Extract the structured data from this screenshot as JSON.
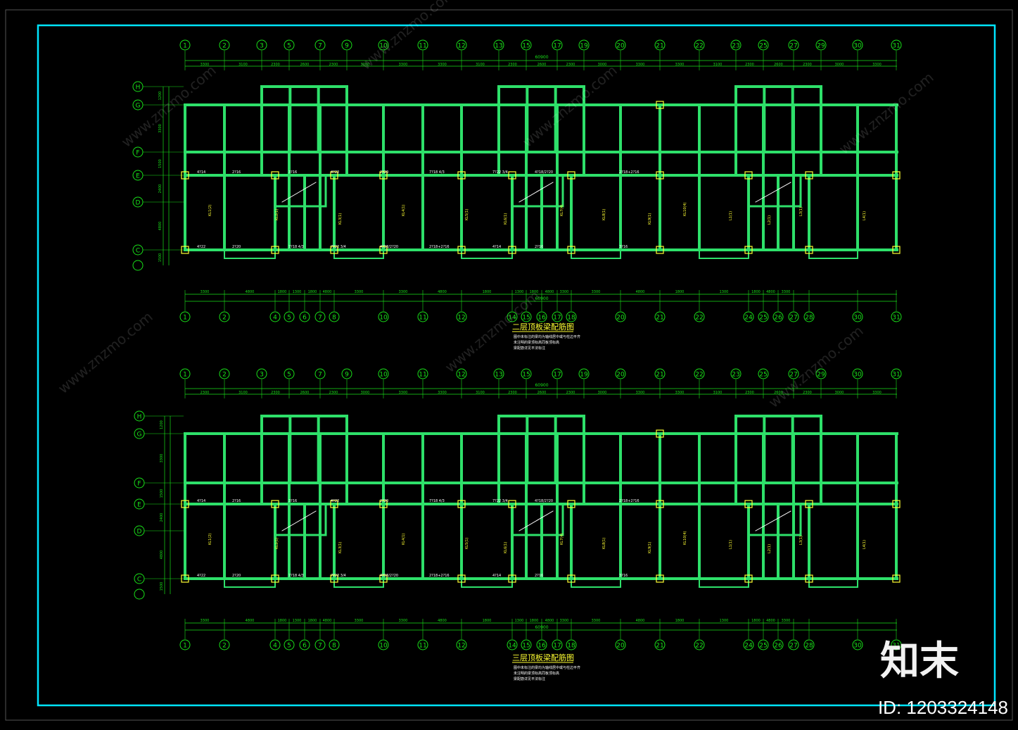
{
  "colors": {
    "background": "#000000",
    "frame": "#00e5ff",
    "grid_axis": "#19e019",
    "beam": "#2ee06a",
    "annotation": "#ffff33",
    "note_text": "#ffffff",
    "column": "#ffff33"
  },
  "plans": [
    {
      "title": "二层顶板梁配筋图",
      "total_dimension": "60900",
      "top_axes": [
        "1",
        "2",
        "3",
        "5",
        "7",
        "9",
        "10",
        "11",
        "12",
        "13",
        "15",
        "17",
        "19",
        "20",
        "21",
        "22",
        "23",
        "25",
        "27",
        "29",
        "30",
        "31"
      ],
      "bottom_axes": [
        "1",
        "2",
        "4",
        "5",
        "6",
        "7",
        "8",
        "10",
        "11",
        "12",
        "14",
        "15",
        "16",
        "17",
        "18",
        "20",
        "21",
        "22",
        "24",
        "25",
        "26",
        "27",
        "28",
        "30",
        "31"
      ],
      "left_axes": [
        "H",
        "G",
        "F",
        "E",
        "D",
        "C"
      ],
      "top_spans": [
        "3300",
        "3100",
        "2300",
        "2600",
        "2300",
        "3000",
        "3300",
        "3300",
        "3100",
        "2300",
        "2600",
        "2300",
        "3000",
        "3300",
        "3300",
        "3100",
        "2300",
        "2600",
        "2300",
        "3000",
        "3300"
      ],
      "bottom_spans": [
        "3300",
        "4800",
        "1800",
        "1300",
        "1800",
        "4800",
        "3300",
        "3300",
        "4800",
        "1800",
        "1300",
        "1800",
        "4800",
        "3300",
        "3300",
        "4800",
        "1800",
        "1300",
        "1800",
        "4800",
        "3300"
      ],
      "left_spans": [
        "1200",
        "3300",
        "1500",
        "2400",
        "4800",
        "1500"
      ],
      "notes": [
        "图中未标注的梁均为轴线居中或与柱边平齐",
        "未注明的梁顶标高同板顶标高",
        "梁配筋详见平法标注"
      ]
    },
    {
      "title": "三层顶板梁配筋图",
      "total_dimension": "60900",
      "top_axes": [
        "1",
        "2",
        "3",
        "5",
        "7",
        "9",
        "10",
        "11",
        "12",
        "13",
        "15",
        "17",
        "19",
        "20",
        "21",
        "22",
        "23",
        "25",
        "27",
        "29",
        "30",
        "31"
      ],
      "bottom_axes": [
        "1",
        "2",
        "4",
        "5",
        "6",
        "7",
        "8",
        "10",
        "11",
        "12",
        "14",
        "15",
        "16",
        "17",
        "18",
        "20",
        "21",
        "22",
        "24",
        "25",
        "26",
        "27",
        "28",
        "30",
        "31"
      ],
      "left_axes": [
        "H",
        "G",
        "F",
        "E",
        "D",
        "C"
      ],
      "top_spans": [
        "2300",
        "3100",
        "2300",
        "2600",
        "2300",
        "3000",
        "3300",
        "3300",
        "3100",
        "2300",
        "2600",
        "2300",
        "3000",
        "3300",
        "3300",
        "3100",
        "2300",
        "2600",
        "2300",
        "3000",
        "3300"
      ],
      "bottom_spans": [
        "3300",
        "4800",
        "1800",
        "1300",
        "1800",
        "4800",
        "3300",
        "3300",
        "4800",
        "1800",
        "1300",
        "1800",
        "4800",
        "3300",
        "3300",
        "4800",
        "1800",
        "1300",
        "1800",
        "4800",
        "3300"
      ],
      "left_spans": [
        "1200",
        "3300",
        "1500",
        "2400",
        "4800",
        "1500"
      ],
      "notes": [
        "图中未标注的梁均为轴线居中或与柱边平齐",
        "未注明的梁顶标高同板顶标高",
        "梁配筋详见平法标注"
      ]
    }
  ],
  "beam_labels": [
    "KL1(2)",
    "KL2(1)",
    "KL3(1)",
    "KL4(1)",
    "KL5(1)",
    "KL6(1)",
    "KL7(4)",
    "KL8(1)",
    "KL9(1)",
    "KL10(4)",
    "L1(1)",
    "L2(1)",
    "L3(1)",
    "L4(1)"
  ],
  "rebar_labels": [
    "4?14",
    "2?16",
    "3?16",
    "4?22",
    "2?20",
    "7?18 4/3",
    "7?22 3/4",
    "4?18/2?20",
    "2?18+2?16"
  ],
  "watermark_text": "www.znzmo.com",
  "brand_logo": "知末",
  "image_id": "ID: 1203324148"
}
